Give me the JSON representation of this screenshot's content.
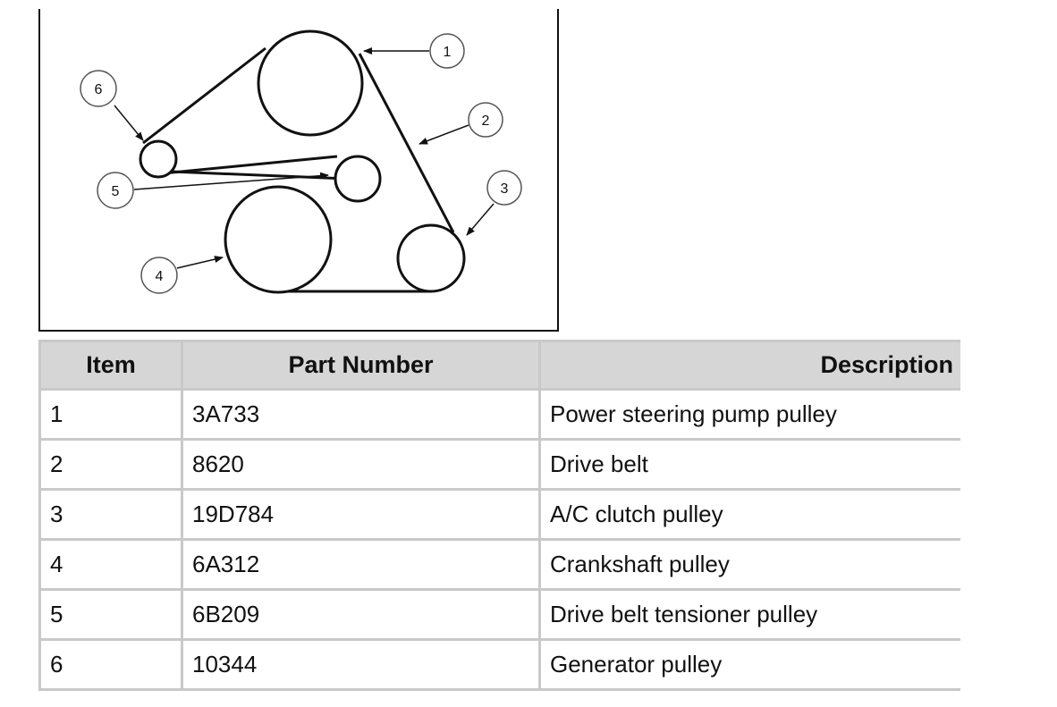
{
  "diagram": {
    "callouts": [
      "1",
      "2",
      "3",
      "4",
      "5",
      "6"
    ]
  },
  "table": {
    "headers": {
      "item": "Item",
      "part_number": "Part Number",
      "description": "Description"
    },
    "rows": [
      {
        "item": "1",
        "part_number": "3A733",
        "description": "Power steering pump pulley"
      },
      {
        "item": "2",
        "part_number": "8620",
        "description": "Drive belt"
      },
      {
        "item": "3",
        "part_number": "19D784",
        "description": "A/C clutch pulley"
      },
      {
        "item": "4",
        "part_number": "6A312",
        "description": "Crankshaft pulley"
      },
      {
        "item": "5",
        "part_number": "6B209",
        "description": "Drive belt tensioner pulley"
      },
      {
        "item": "6",
        "part_number": "10344",
        "description": "Generator pulley"
      }
    ]
  }
}
